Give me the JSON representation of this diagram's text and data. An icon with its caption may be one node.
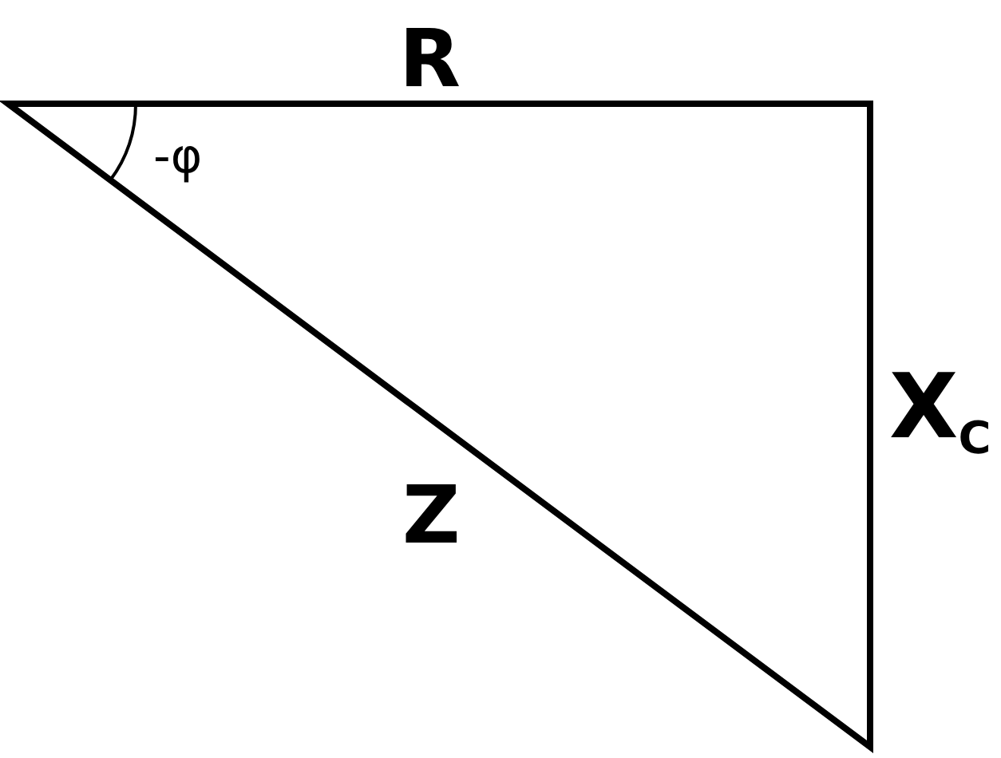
{
  "diagram": {
    "labels": [
      "R",
      "-φ",
      "X$_{C}$",
      "Z"
    ]
  }
}
